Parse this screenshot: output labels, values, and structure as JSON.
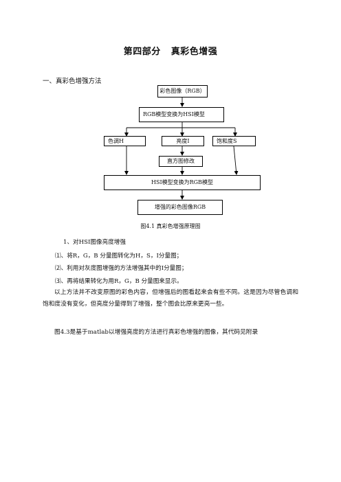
{
  "heading": "第四部分   真彩色增强",
  "section": "一、真彩色增强方法",
  "diagram": {
    "input": "彩色图像（RGB）",
    "rgb_to_hsi": "RGB模型变换为HSI模型",
    "hue": "色调H",
    "intensity": "亮度I",
    "saturation": "饱和度S",
    "histogram": "直方图修改",
    "hsi_to_rgb": "HSI模型变换为RGB模型",
    "output": "增强的彩色图像RGB"
  },
  "caption": "图4.1  真彩色增强原理图",
  "subsection": "1、对HSI图像亮度增强",
  "steps": [
    "⑴、将R，G，B 分量图转化为H，S，I分量图；",
    "⑵、利用对灰度图增强的方法增强其中的I分量图；",
    "⑶、再将结果转化为用R，G，B 分量图来显示。"
  ],
  "paragraph1": "以上方法并不改变原图的彩色内容，但增强后的图看起来会有些不同。这是因为尽管色调和饱和度没有变化，但亮度分量得到了增强，整个图会比原来更亮一些。",
  "paragraph2": "图4.3是基于matlab以增强亮度的方法进行真彩色增强的图像，其代码见附录"
}
